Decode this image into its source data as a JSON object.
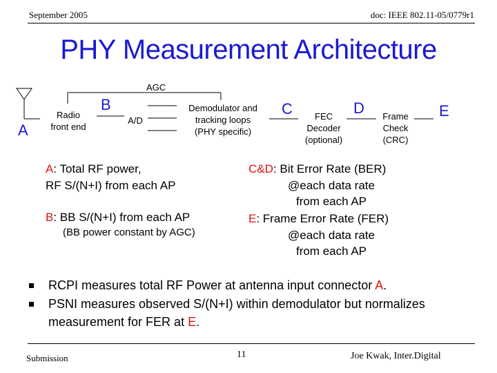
{
  "header": {
    "date": "September 2005",
    "doc": "doc: IEEE 802.11-05/0779r1"
  },
  "title": "PHY Measurement Architecture",
  "diagram": {
    "agc_label": "AGC",
    "blocks": {
      "radio": [
        "Radio",
        "front end"
      ],
      "ad": "A/D",
      "demod": [
        "Demodulator and",
        "tracking loops",
        "(PHY specific)"
      ],
      "fec": [
        "FEC",
        "Decoder",
        "(optional)"
      ],
      "crc": [
        "Frame",
        "Check",
        "(CRC)"
      ]
    },
    "points": {
      "a": "A",
      "b": "B",
      "c": "C",
      "d": "D",
      "e": "E"
    }
  },
  "left_desc": {
    "a_marker": "A",
    "a_line1": ": Total RF power,",
    "a_line2": "RF S/(N+I) from each AP",
    "b_marker": "B",
    "b_line1": ": BB S/(N+I) from each AP",
    "b_line2": "(BB power constant by AGC)"
  },
  "right_desc": {
    "cd_marker": "C&D",
    "cd_line1": ": Bit Error Rate (BER)",
    "cd_line2": "@each data rate",
    "cd_line3": "from each AP",
    "e_marker": "E",
    "e_line1": ": Frame Error Rate (FER)",
    "e_line2": "@each data rate",
    "e_line3": "from each AP"
  },
  "bullets": [
    {
      "pre": "RCPI measures total RF Power at antenna input connector ",
      "mark": "A",
      "post": "."
    },
    {
      "pre": "PSNI measures observed S/(N+I) within demodulator but normalizes measurement for FER at ",
      "mark": "E",
      "post": "."
    }
  ],
  "footer": {
    "left": "Submission",
    "page": "11",
    "right": "Joe Kwak, Inter.Digital"
  }
}
